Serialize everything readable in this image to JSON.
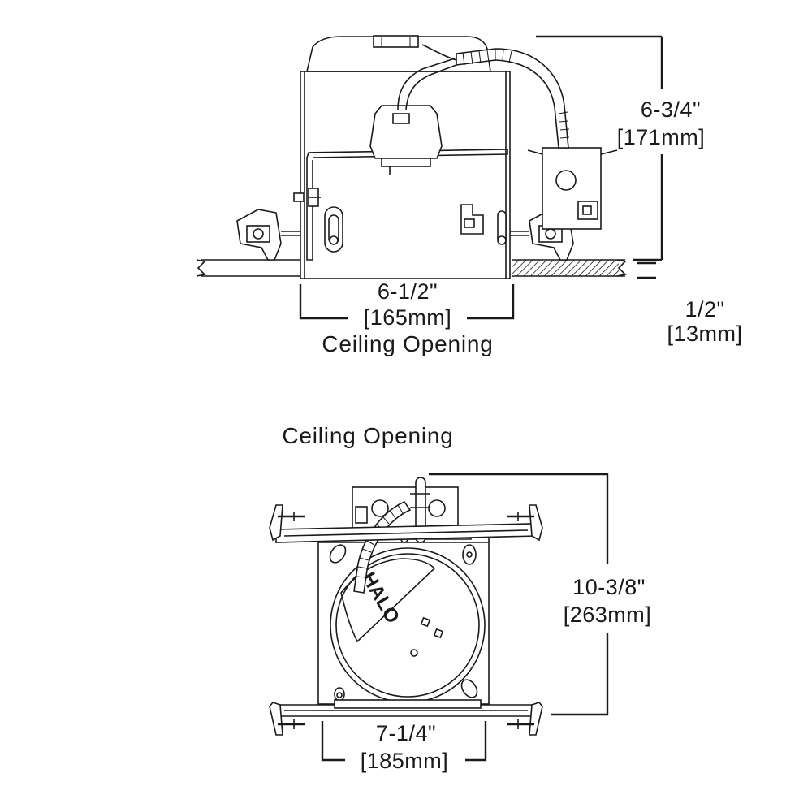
{
  "side_view": {
    "height_dim": {
      "imperial": "6-3/4\"",
      "metric": "[171mm]"
    },
    "opening_dim": {
      "imperial": "6-1/2\"",
      "metric": "[165mm]"
    },
    "ceiling_dim": {
      "imperial": "1/2\"",
      "metric": "[13mm]"
    },
    "caption": "Ceiling Opening"
  },
  "top_view": {
    "caption": "Ceiling Opening",
    "brand": "HALO",
    "length_dim": {
      "imperial": "10-3/8\"",
      "metric": "[263mm]"
    },
    "width_dim": {
      "imperial": "7-1/4\"",
      "metric": "[185mm]"
    }
  }
}
